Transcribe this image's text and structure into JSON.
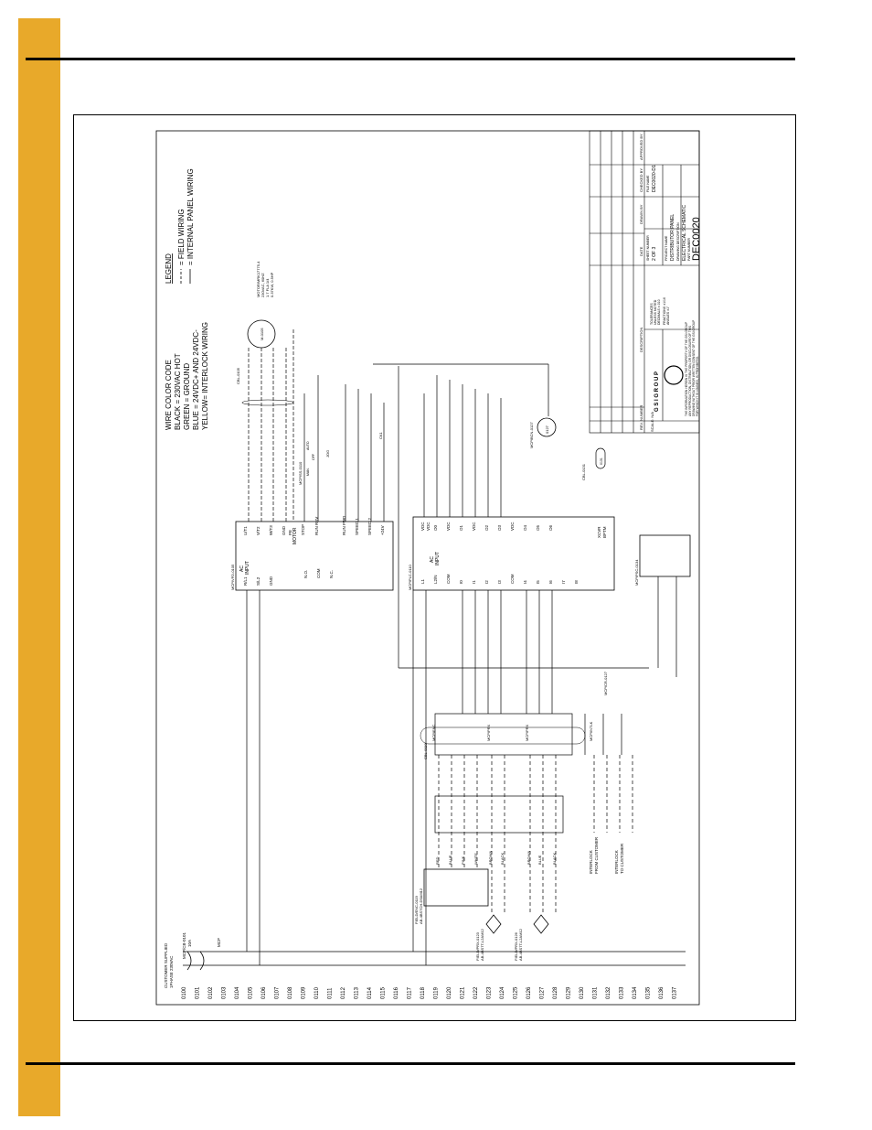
{
  "page": {
    "accent_color": "#e8a92a"
  },
  "wire_color_code": {
    "title": "WIRE COLOR CODE",
    "lines": [
      "BLACK   = 230VAC HOT",
      "GREEN  = GROUND",
      "BLUE    = 24VDC+ AND 24VDC-",
      "YELLOW= INTERLOCK WIRING"
    ]
  },
  "legend": {
    "title": "LEGEND",
    "items": [
      "= FIELD WIRING",
      "= INTERNAL PANEL WIRING"
    ]
  },
  "motor": {
    "label": "M-0105",
    "specs": [
      "MOTOR/MRK17775-4",
      "230VAC, 60HZ",
      "1.7 FLA 1/4",
      "0.37KW, 0.5HP"
    ],
    "cable": "CBL-0105"
  },
  "vfd": {
    "title": "MCP/VFD-0105",
    "ac_input": [
      "AC",
      "INPUT"
    ],
    "right_terms": [
      "U/T1",
      "V/T2",
      "W/T3",
      "GND",
      "PE",
      "STOP",
      "RUN REV",
      "RUN FWD",
      "SPEED 1",
      "SPEED 2",
      "+24V"
    ],
    "left_terms": [
      "R/L1",
      "S/L2",
      "GND",
      "N.O.",
      "COM",
      "N.C."
    ],
    "motor_label": "MOTOR"
  },
  "plc": {
    "title": "MCP/PLC-0110",
    "ac_input": [
      "AC",
      "INPUT"
    ],
    "right_terms": [
      "VDC",
      "VDC",
      "O0",
      "VDC",
      "O1",
      "VDC",
      "O2",
      "O3",
      "VDC",
      "O4",
      "O5",
      "O6"
    ],
    "left_terms": [
      "L1",
      "L2/N",
      "COM",
      "I0",
      "I1",
      "I2",
      "I3",
      "COM",
      "I4",
      "I5",
      "I6",
      "I7",
      "I8"
    ],
    "xcvr": [
      "XCVR",
      "BPTM"
    ]
  },
  "psu": {
    "title": "MCP/PSC-0134"
  },
  "switch": {
    "title": "MCP/SS-0110",
    "labels": [
      "MAN.",
      "OFF",
      "AUTO"
    ],
    "ck": "CK1",
    "jog": "JOG",
    "fwd": "FWD",
    "rev": "REV"
  },
  "beacon": {
    "label": "MCP/BCN-0127",
    "code": "0127"
  },
  "cable": {
    "label": "CBL-0131",
    "code": "0131"
  },
  "field_devices": [
    "FIELD/ENC-0119",
    "AB-4BS7CH-D5AM12",
    "FIELD/PRX-0123",
    "AB-4BS7T-L2AM12",
    "FIELD/PRX-0126",
    "AB-4BS7T-L2AM12"
  ],
  "wire_colors": [
    "RED",
    "BLUE",
    "PINK",
    "WHITE",
    "BROWN",
    "BLACK",
    "BROWN",
    "BLUE",
    "BLACK"
  ],
  "terminal_strip": {
    "title": "CBL-0119",
    "blocks": [
      "MCP/ENC",
      "MCP/PRX",
      "MCP/PRX",
      "MCP/INTLK"
    ]
  },
  "interlock": {
    "from": [
      "INTERLOCK",
      "FROM CUSTOMER"
    ],
    "to": [
      "INTERLOCK",
      "TO CUSTOMER"
    ],
    "relay": "MCP/CR-0127"
  },
  "power_in": {
    "label": [
      "CUSTOMER SUPPLIED",
      "1PHASE 230VAC"
    ],
    "breaker": "MCP/CB-0101",
    "breaker_rating": "10A",
    "mcp": "MCP"
  },
  "line_numbers": [
    "0100",
    "0101",
    "0102",
    "0103",
    "0104",
    "0105",
    "0106",
    "0107",
    "0108",
    "0109",
    "0110",
    "0111",
    "0112",
    "0113",
    "0114",
    "0115",
    "0116",
    "0117",
    "0118",
    "0119",
    "0120",
    "0121",
    "0122",
    "0123",
    "0124",
    "0125",
    "0126",
    "0127",
    "0128",
    "0129",
    "0130",
    "0131",
    "0132",
    "0133",
    "0134",
    "0135",
    "0136",
    "0137"
  ],
  "title_block": {
    "header_cols": [
      "REV. NUMBER",
      "DESCRIPTION",
      "DATE",
      "DRAWN BY",
      "CHECKED BY",
      "APPROVED BY"
    ],
    "scale": "SCALE: N/A",
    "company": "G S I   G R O U P",
    "sheet_number_label": "SHEET NUMBER",
    "sheet_number": "2 OF 3",
    "file_name_label": "FILE NAME",
    "file_name": "DEC0020-D1",
    "project_name_label": "PROJECT NAME",
    "project_name": "DISTRIBUTOR PANEL",
    "description_label": "DRAWING DESCRIPTION",
    "description": "ELECTRICAL SCHEMATIC",
    "part_number_label": "PART NUMBER",
    "part_number": "DEC0020",
    "notice": [
      "THE INFORMATION HEREIN IS THE PROPERTY OF THE GSI GROUP",
      "ANY REPRODUCTION, DISTRIBUTION, OR DISCLOSURE OF THIS",
      "DRAWING WITHOUT PRIOR WRITTEN CONSENT OF THE GSI GROUP",
      "FOR WHICH IT IS LOANED, IS PROHIBITED."
    ],
    "tolerances": [
      "TOLERANCES",
      "UNLESS NOTED",
      "DECIMALS  ±.010",
      "FRACTIONS ±1/16",
      "ANGLES ±1°"
    ]
  }
}
